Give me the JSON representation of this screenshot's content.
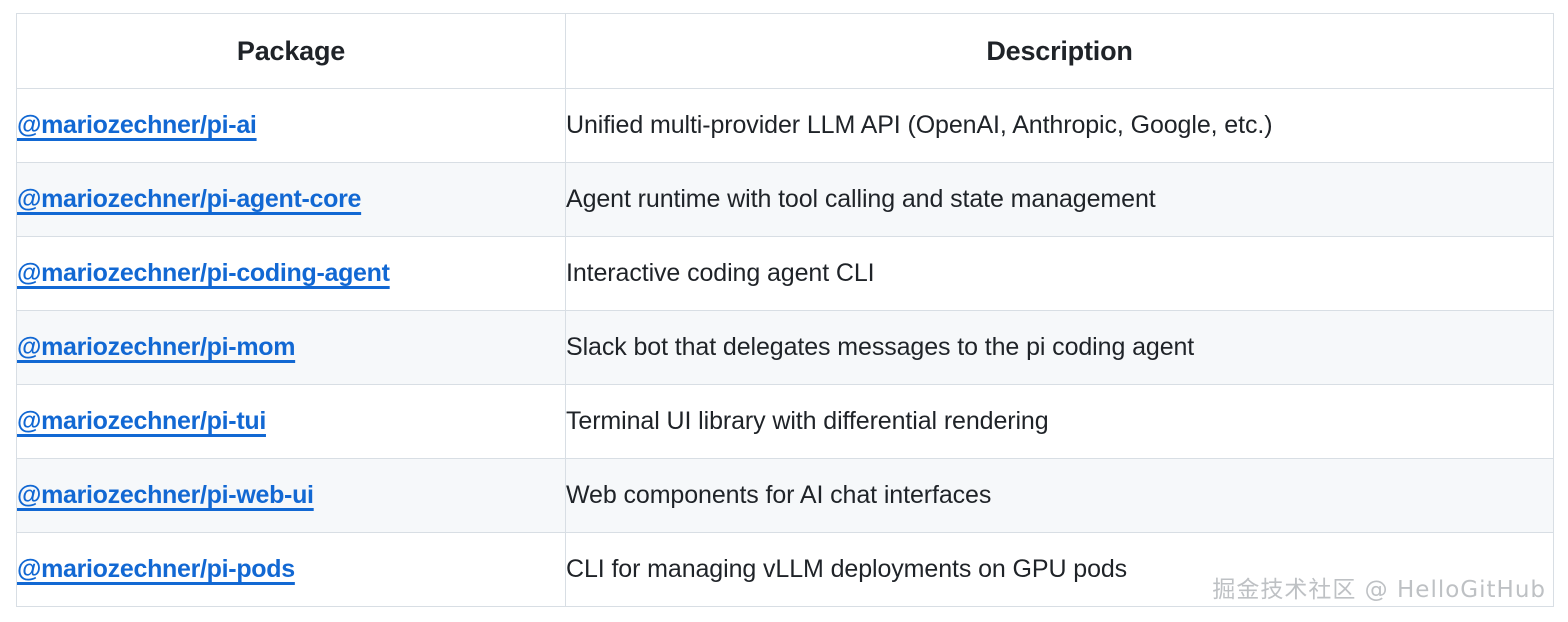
{
  "table": {
    "columns": [
      {
        "key": "package",
        "label": "Package",
        "align": "center"
      },
      {
        "key": "description",
        "label": "Description",
        "align": "center"
      }
    ],
    "rows": [
      {
        "package": "@mariozechner/pi-ai",
        "description": "Unified multi-provider LLM API (OpenAI, Anthropic, Google, etc.)"
      },
      {
        "package": "@mariozechner/pi-agent-core",
        "description": "Agent runtime with tool calling and state management"
      },
      {
        "package": "@mariozechner/pi-coding-agent",
        "description": "Interactive coding agent CLI"
      },
      {
        "package": "@mariozechner/pi-mom",
        "description": "Slack bot that delegates messages to the pi coding agent"
      },
      {
        "package": "@mariozechner/pi-tui",
        "description": "Terminal UI library with differential rendering"
      },
      {
        "package": "@mariozechner/pi-web-ui",
        "description": "Web components for AI chat interfaces"
      },
      {
        "package": "@mariozechner/pi-pods",
        "description": "CLI for managing vLLM deployments on GPU pods"
      }
    ]
  },
  "watermark": {
    "text": "掘金技术社区 @ HelloGitHub"
  },
  "colors": {
    "link": "#1268d3",
    "text": "#1f2328",
    "border": "#d8dee4",
    "zebra": "#f6f8fa",
    "background": "#ffffff",
    "watermark": "#b9bcc0"
  }
}
